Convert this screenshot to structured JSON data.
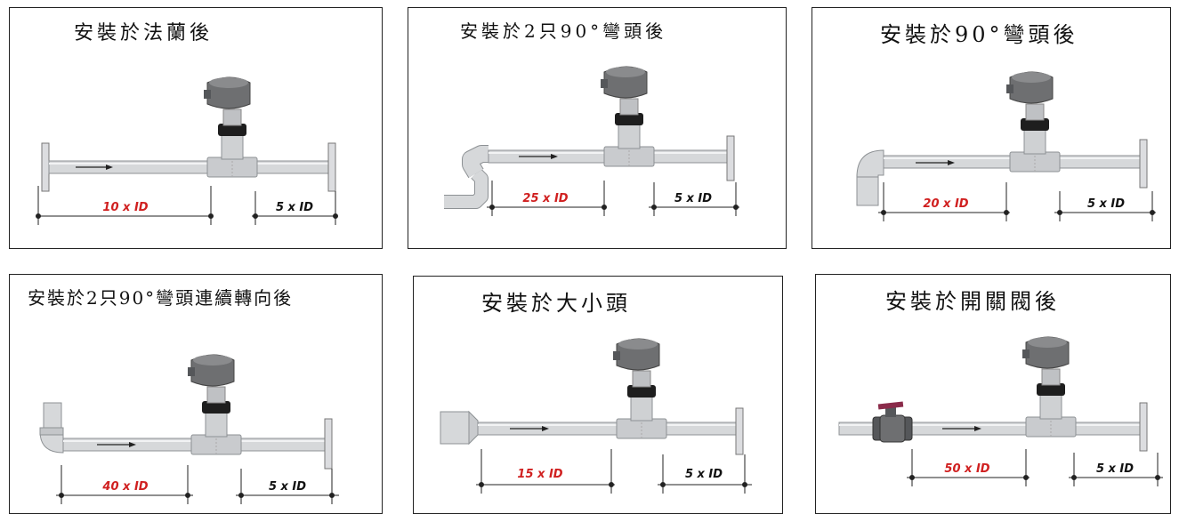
{
  "colors": {
    "upstream_label": "#d02020",
    "downstream_label": "#111111",
    "pipe": "#d6d8da",
    "pipe_dark": "#9a9ea2",
    "head": "#6e6f71",
    "collar": "#1e1e1e",
    "valve_handle": "#8a2b4a"
  },
  "panels": [
    {
      "title": "安裝於法蘭後",
      "upstream": "10 x ID",
      "downstream": "5 x ID",
      "fitting": "flange-icon"
    },
    {
      "title": "安裝於2只90°彎頭後",
      "upstream": "25 x ID",
      "downstream": "5 x ID",
      "fitting": "double-elbow-icon"
    },
    {
      "title": "安裝於90°彎頭後",
      "upstream": "20 x ID",
      "downstream": "5 x ID",
      "fitting": "elbow-icon"
    },
    {
      "title": "安裝於2只90°彎頭連續轉向後",
      "upstream": "40 x ID",
      "downstream": "5 x ID",
      "fitting": "out-of-plane-elbows-icon"
    },
    {
      "title": "安裝於大小頭",
      "upstream": "15 x ID",
      "downstream": "5 x ID",
      "fitting": "reducer-icon"
    },
    {
      "title": "安裝於開關閥後",
      "upstream": "50 x ID",
      "downstream": "5 x ID",
      "fitting": "valve-icon"
    }
  ]
}
